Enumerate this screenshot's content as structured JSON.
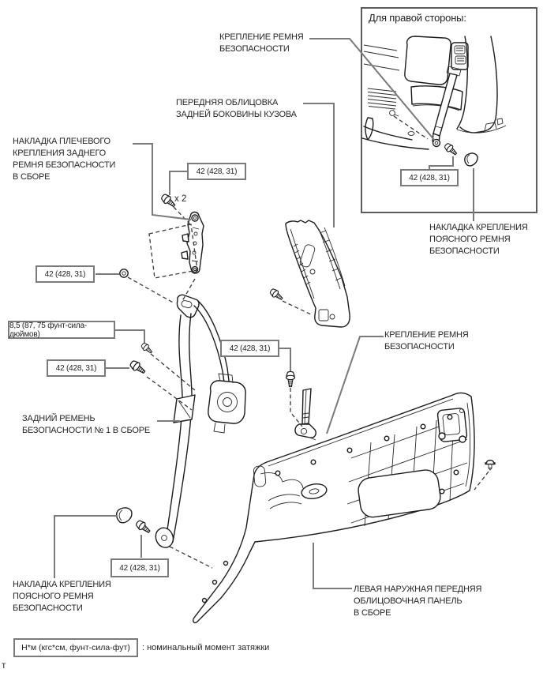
{
  "inset": {
    "title": "Для правой стороны:"
  },
  "labels": {
    "top_belt_anchorage": [
      "КРЕПЛЕНИЕ РЕМНЯ",
      "БЕЗОПАСНОСТИ"
    ],
    "front_quarter_trim": [
      "ПЕРЕДНЯЯ ОБЛИЦОВКА",
      "ЗАДНЕЙ БОКОВИНЫ КУЗОВА"
    ],
    "shoulder_anchor_cover": [
      "НАКЛАДКА ПЛЕЧЕВОГО",
      "КРЕПЛЕНИЯ ЗАДНЕГО",
      "РЕМНЯ БЕЗОПАСНОСТИ",
      "В СБОРЕ"
    ],
    "lap_anchor_cover_right": [
      "НАКЛАДКА КРЕПЛЕНИЯ",
      "ПОЯСНОГО РЕМНЯ",
      "БЕЗОПАСНОСТИ"
    ],
    "mid_belt_anchorage": [
      "КРЕПЛЕНИЕ РЕМНЯ",
      "БЕЗОПАСНОСТИ"
    ],
    "rear_seat_belt_assy": [
      "ЗАДНИЙ РЕМЕНЬ",
      "БЕЗОПАСНОСТИ № 1 В СБОРЕ"
    ],
    "lap_anchor_cover_left": [
      "НАКЛАДКА КРЕПЛЕНИЯ",
      "ПОЯСНОГО РЕМНЯ",
      "БЕЗОПАСНОСТИ"
    ],
    "left_outer_front_panel": [
      "ЛЕВАЯ НАРУЖНАЯ ПЕРЕДНЯЯ",
      "ОБЛИЦОВОЧНАЯ ПАНЕЛЬ",
      "В СБОРЕ"
    ]
  },
  "torques": {
    "nm42": "42 (428, 31)",
    "nm85": "8,5 (87, 75 фунт-сила-дюймов)"
  },
  "quantity_note": "x 2",
  "legend": {
    "unit_box": "Н*м (кгс*см, фунт-сила-фут)",
    "description": ": номинальный момент затяжки"
  },
  "corner_mark": "т",
  "colors": {
    "leader": "#7a7a7a",
    "ink": "#1c1c1c",
    "background": "#ffffff"
  }
}
